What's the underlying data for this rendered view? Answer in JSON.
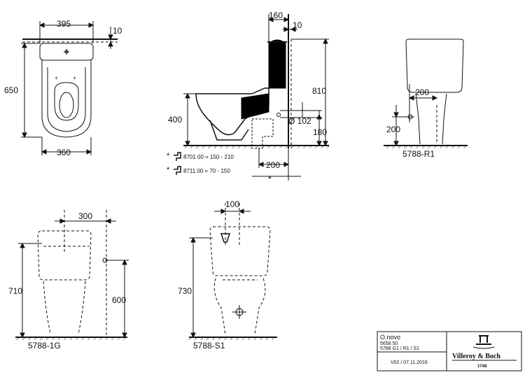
{
  "top_view": {
    "width_top": "395",
    "offset": "10",
    "length": "650",
    "width_bottom": "360"
  },
  "side_view": {
    "top_offset": "160",
    "wall_offset": "10",
    "total_height": "810",
    "seat_height": "400",
    "diameter": "Ø 102",
    "outlet_height": "180",
    "outlet_distance": "200",
    "asterisk": "*",
    "notes": [
      {
        "mark": "*",
        "text": "8701 00  = 150 - 210"
      },
      {
        "mark": "*",
        "text": "8711 00  = 70 -  150"
      }
    ]
  },
  "variant_r1": {
    "label": "5788-R1",
    "horizontal": "200",
    "height": "200"
  },
  "variant_1g": {
    "label": "5788-1G",
    "offset": "300",
    "total_height": "710",
    "connection_height": "600"
  },
  "variant_s1": {
    "label": "5788-S1",
    "offset": "100",
    "total_height": "730"
  },
  "title_block": {
    "product": "O.novo",
    "code1": "5658 50",
    "code2": "5788 G1 / R1 / S1",
    "version": "V02 / 07.11.2016",
    "brand": "Villeroy & Boch",
    "brand_year": "1748"
  }
}
